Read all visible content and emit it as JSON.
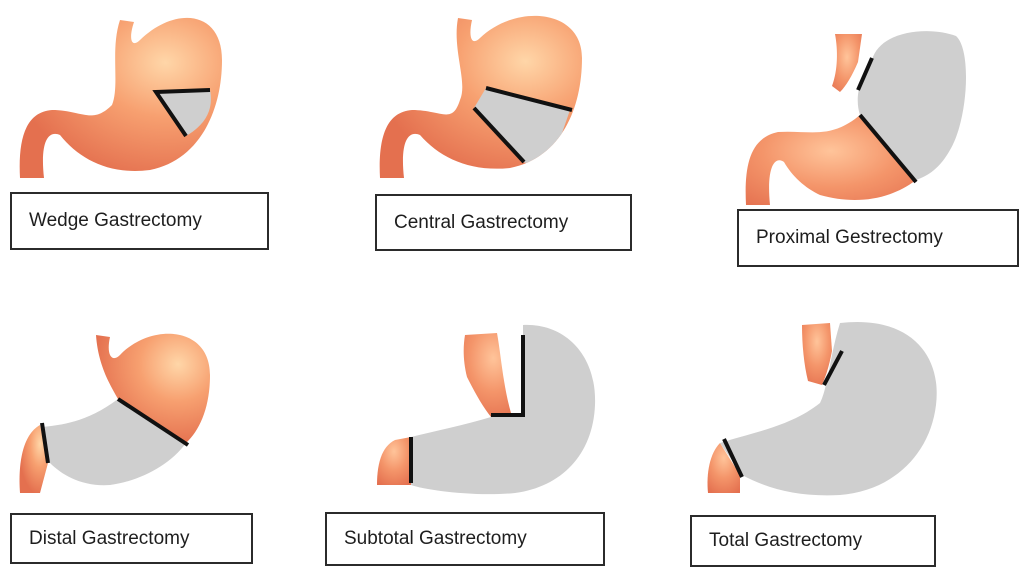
{
  "colors": {
    "tissue_light": "#ffd6a8",
    "tissue_mid": "#f7a070",
    "tissue_dark": "#e4704f",
    "resected": "#cfcfcf",
    "cut_line": "#111111",
    "label_border": "#2b2b2b",
    "background": "#ffffff"
  },
  "procedures": [
    {
      "key": "wedge",
      "label": "Wedge Gastrectomy"
    },
    {
      "key": "central",
      "label": "Central Gastrectomy"
    },
    {
      "key": "proximal",
      "label": "Proximal Gestrectomy"
    },
    {
      "key": "distal",
      "label": "Distal Gastrectomy"
    },
    {
      "key": "subtotal",
      "label": "Subtotal Gastrectomy"
    },
    {
      "key": "total",
      "label": "Total Gastrectomy"
    }
  ]
}
